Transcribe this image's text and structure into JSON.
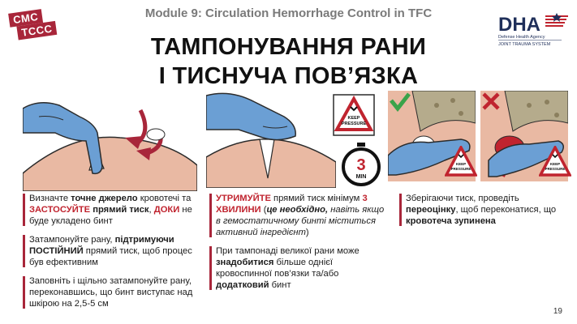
{
  "badge": {
    "line1": "CMC",
    "line2": "TCCC"
  },
  "header": {
    "module": "Module 9: Circulation Hemorrhage Control in TFC",
    "title_line1": "ТАМПОНУВАННЯ РАНИ",
    "title_line2": "І ТИСНУЧА ПОВ’ЯЗКА"
  },
  "logo": {
    "name": "DHA",
    "sub1": "Defense Health Agency",
    "sub2": "JOINT TRAUMA SYSTEM"
  },
  "signs": {
    "keep": "KEEP",
    "pressure": "PRESSURE"
  },
  "timer": {
    "value": "3",
    "unit": "MIN"
  },
  "columns": {
    "col1": {
      "b1": {
        "p1": "Визначте ",
        "p2": "точне джерело",
        "p3": " кровотечі та ",
        "p4": "ЗАСТОСУЙТЕ",
        "p5": " ",
        "p6": "прямий тиск",
        "p7": ", ",
        "p8": "ДОКИ",
        "p9": " не буде укладено бинт"
      },
      "b2": {
        "p1": "Затампонуйте рану, ",
        "p2": "підтримуючи ПОСТІЙНИЙ",
        "p3": " прямий тиск, щоб процес був  ефективним"
      },
      "b3": {
        "p1": "Заповніть і щільно затампонуйте рану, переконавшись, що бинт виступає над шкірою на 2,5-5 см"
      }
    },
    "col2": {
      "b1": {
        "p1": "УТРИМУЙТЕ",
        "p2": " прямий тиск мінімум ",
        "p3": "3 ХВИЛИНИ",
        "p4": " (",
        "p5": "це необхідно,",
        "p6": " навіть якщо в гемостатичному бинті міститься активний інгредієнт",
        "p7": ")"
      },
      "b2": {
        "p1": "При тампонаді великої рани може ",
        "p2": "знадобитися",
        "p3": " більше однієї кровоспинної пов’язки та/або ",
        "p4": "додатковий",
        "p5": " бинт"
      }
    },
    "col3": {
      "b1": {
        "p1": "Зберігаючи тиск, проведіть ",
        "p2": "переоцінку",
        "p3": ", щоб переконатися, що ",
        "p4": "кровотеча зупинена"
      }
    }
  },
  "page_number": "19",
  "colors": {
    "accent": "#a8263a",
    "red_text": "#c0242f",
    "glove": "#6b9fd4",
    "skin": "#e9b9a3",
    "check": "#3aa34a"
  }
}
